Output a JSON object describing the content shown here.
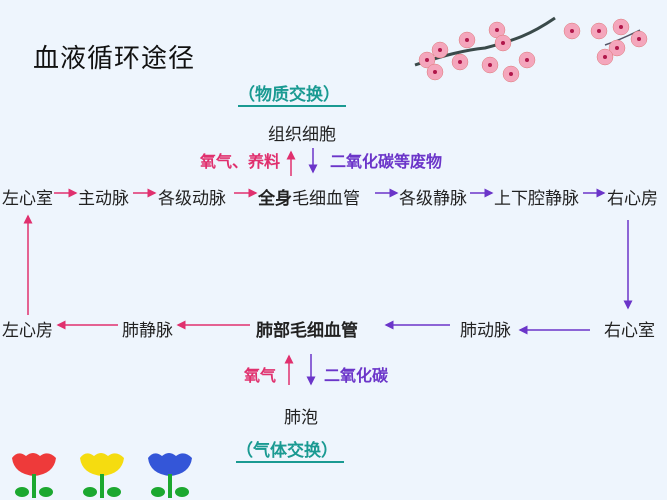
{
  "title": "血液循环途径",
  "systemic": {
    "section_label": "（物质交换）",
    "tissue_cells": "组织细胞",
    "to_cells": "氧气、养料",
    "from_cells": "二氧化碳等废物",
    "nodes": [
      "左心室",
      "主动脉",
      "各级动脉",
      "全身",
      "毛细血管",
      "各级静脉",
      "上下腔静脉",
      "右心房"
    ]
  },
  "pulmonary": {
    "section_label": "（气体交换）",
    "alveoli": "肺泡",
    "to_blood": "氧气",
    "from_blood": "二氧化碳",
    "nodes": [
      "左心房",
      "肺静脉",
      "肺部毛细血管",
      "肺动脉",
      "右心室"
    ]
  },
  "colors": {
    "pink_arrow": "#e0306e",
    "purple_arrow": "#6b35c9",
    "teal_label": "#1a9a92",
    "background": "#eef5fd"
  },
  "decorations": [
    "cherry-blossom-branch",
    "red-tulip",
    "yellow-tulip",
    "blue-tulip"
  ]
}
